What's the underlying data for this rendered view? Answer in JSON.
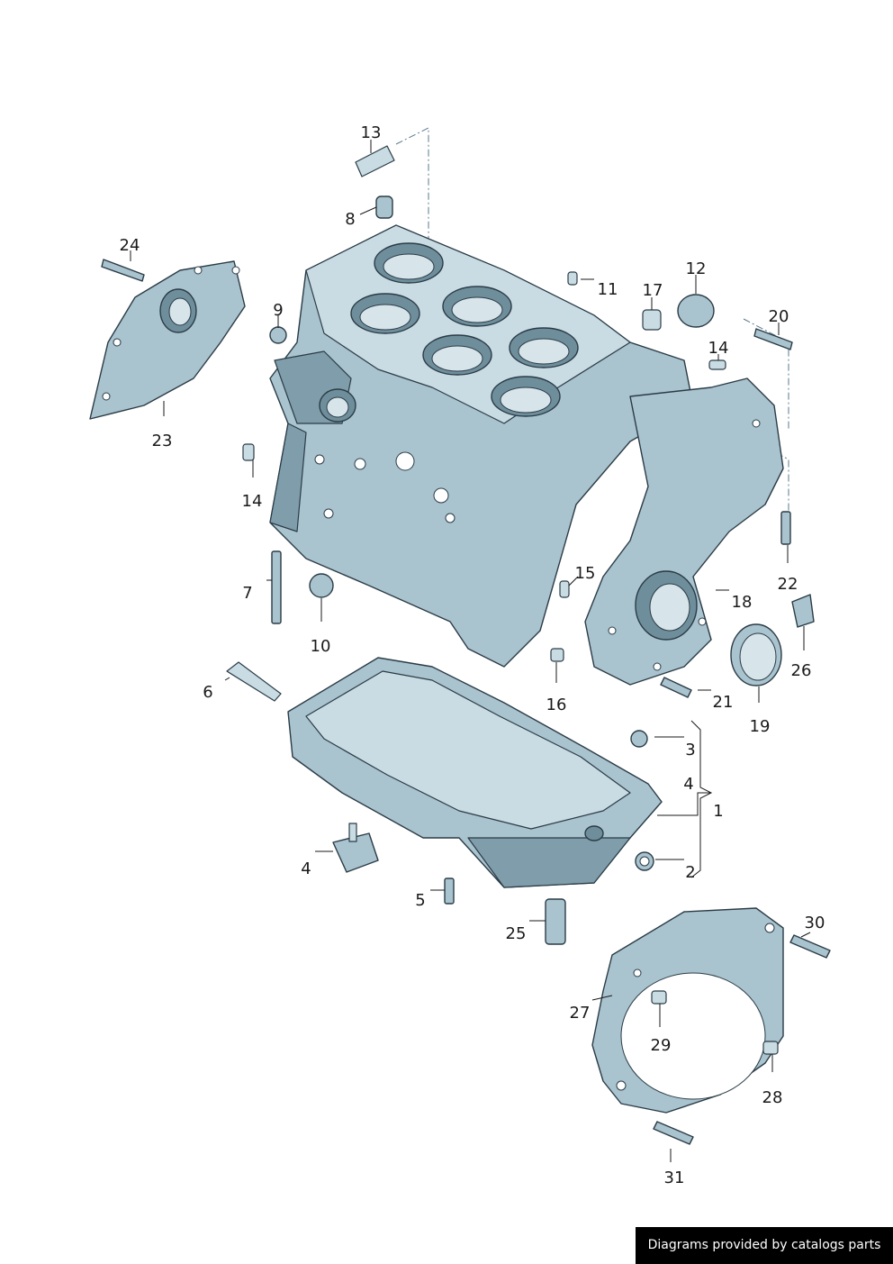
{
  "callouts": {
    "c1": "1",
    "c2": "2",
    "c3": "3",
    "c4a": "4",
    "c4b": "4",
    "c5": "5",
    "c6": "6",
    "c7": "7",
    "c8": "8",
    "c9": "9",
    "c10": "10",
    "c11": "11",
    "c12": "12",
    "c13": "13",
    "c14a": "14",
    "c14b": "14",
    "c15": "15",
    "c16": "16",
    "c17": "17",
    "c18": "18",
    "c19": "19",
    "c20": "20",
    "c21": "21",
    "c22": "22",
    "c23": "23",
    "c24": "24",
    "c25": "25",
    "c26": "26",
    "c27": "27",
    "c28": "28",
    "c29": "29",
    "c30": "30",
    "c31": "31"
  },
  "footer": {
    "text": "Diagrams provided by catalogs parts"
  }
}
